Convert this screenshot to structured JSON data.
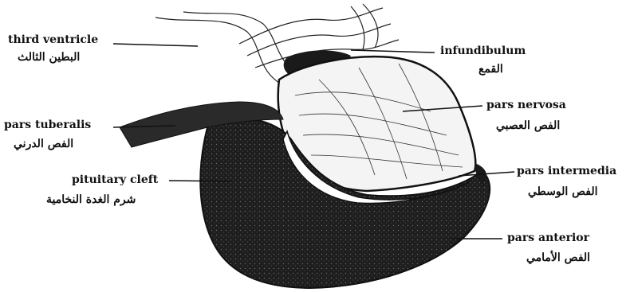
{
  "diagram": {
    "subject": "pituitary gland section",
    "labels": [
      {
        "id": "third-ventricle",
        "en": "third ventricle",
        "ar": "البطين الثالث"
      },
      {
        "id": "infundibulum",
        "en": "infundibulum",
        "ar": "القمع"
      },
      {
        "id": "pars-nervosa",
        "en": "pars nervosa",
        "ar": "الفص العصبي"
      },
      {
        "id": "pars-tuberalis",
        "en": "pars tuberalis",
        "ar": "الفص الدرني"
      },
      {
        "id": "pituitary-cleft",
        "en": "pituitary cleft",
        "ar": "شرم الغدة النخامية"
      },
      {
        "id": "pars-intermedia",
        "en": "pars intermedia",
        "ar": "الفص الوسطي"
      },
      {
        "id": "pars-anterior",
        "en": "pars anterior",
        "ar": "الفص الأمامي"
      }
    ],
    "colors": {
      "ink": "#111111",
      "dark_tissue": "#1a1a1a",
      "light_tissue": "#f4f4f4"
    }
  }
}
